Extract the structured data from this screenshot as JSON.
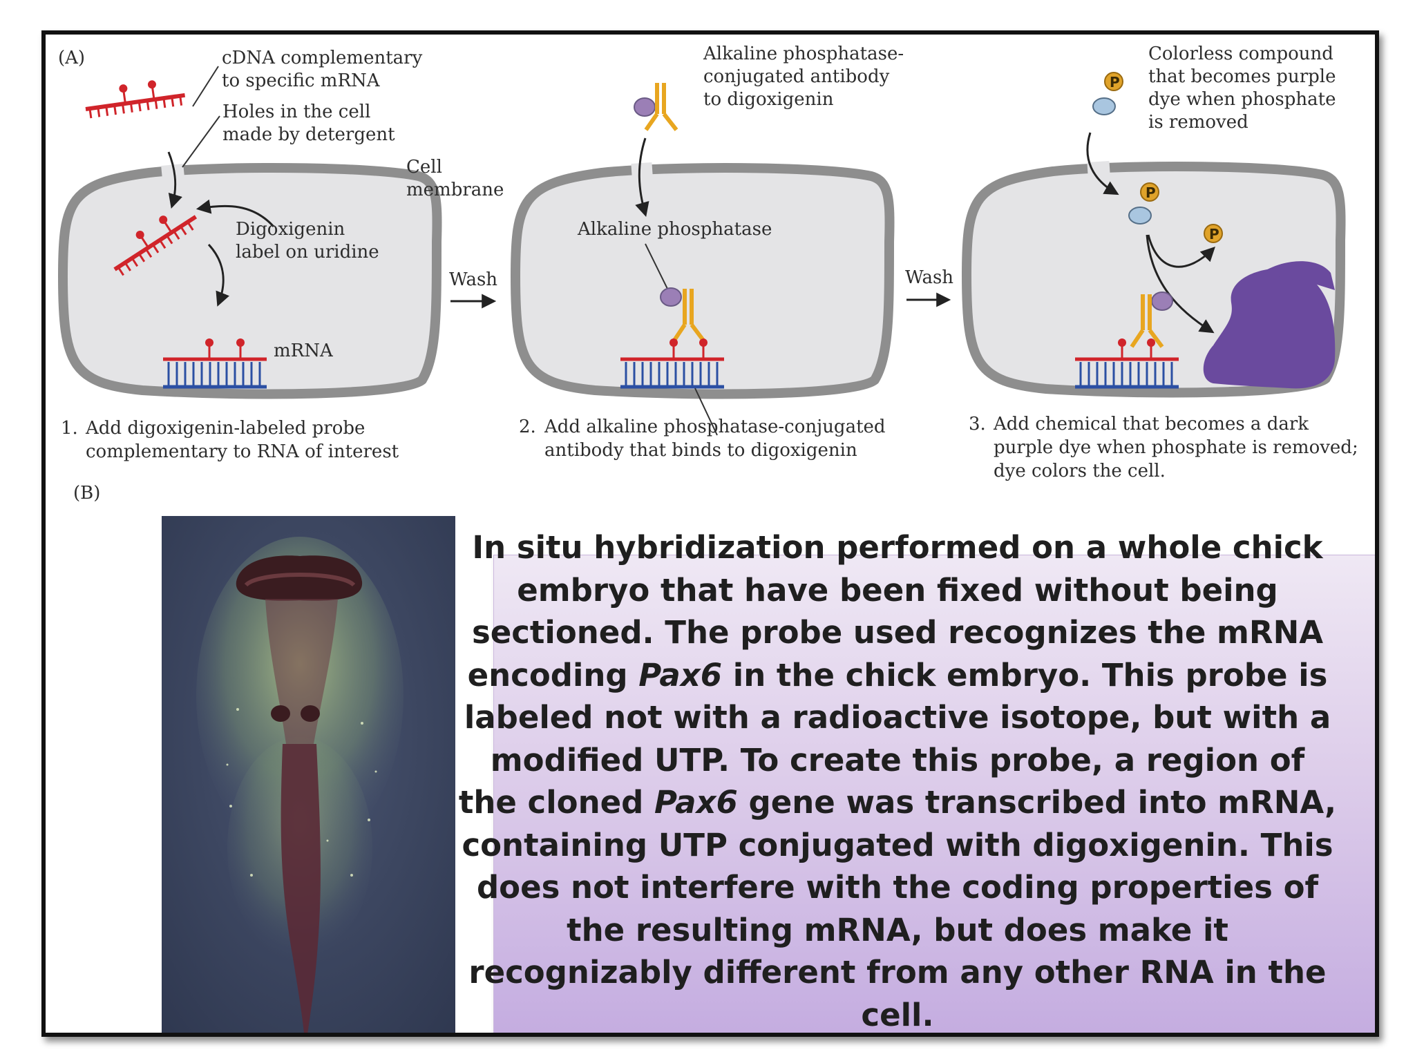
{
  "panel_a": {
    "label": "(A)",
    "step1": {
      "cdna_label": [
        "cDNA complementary",
        "to specific mRNA"
      ],
      "holes_label": [
        "Holes in the cell",
        "made by detergent"
      ],
      "membrane_label": [
        "Cell",
        "membrane"
      ],
      "dig_label": [
        "Digoxigenin",
        "label on uridine"
      ],
      "mrna_label": "mRNA",
      "caption_num": "1.",
      "caption": [
        "Add digoxigenin-labeled probe",
        "complementary to RNA of interest"
      ]
    },
    "wash1": "Wash",
    "step2": {
      "antibody_label": [
        "Alkaline phosphatase-",
        "conjugated antibody",
        "to digoxigenin"
      ],
      "ap_label": "Alkaline phosphatase",
      "caption_num": "2.",
      "caption": [
        "Add alkaline phosphatase-conjugated",
        "antibody that binds to digoxigenin"
      ]
    },
    "wash2": "Wash",
    "step3": {
      "compound_label": [
        "Colorless compound",
        "that becomes purple",
        "dye when phosphate",
        "is removed"
      ],
      "phosphate_symbol": "P",
      "caption_num": "3.",
      "caption": [
        "Add chemical that becomes a dark",
        "purple dye when phosphate is removed;",
        "dye colors the cell."
      ]
    }
  },
  "panel_b": {
    "label": "(B)"
  },
  "caption": {
    "text_1": "In situ hybridization performed on a whole chick embryo that have been fixed without being sectioned. The probe used recognizes the mRNA encoding ",
    "pax6_1": "Pax6",
    "text_2": " in the chick embryo. This probe is labeled not with a radioactive isotope, but with a modified UTP. To create this probe, a region of the cloned ",
    "pax6_2": "Pax6",
    "text_3": " gene was transcribed into mRNA, containing UTP conjugated with digoxigenin. This does not interfere with the coding properties of the resulting mRNA, but does make it recognizably different from any other RNA in the cell."
  },
  "colors": {
    "probe": "#d0242a",
    "mrna": "#2b4fa3",
    "antibody": "#e8a620",
    "enzyme": "#9b7fb6",
    "phosphate": "#e0a32a",
    "dye": "#6a4a9e",
    "cell_fill": "#e4e4e6",
    "cell_border": "#8e8e8e"
  }
}
